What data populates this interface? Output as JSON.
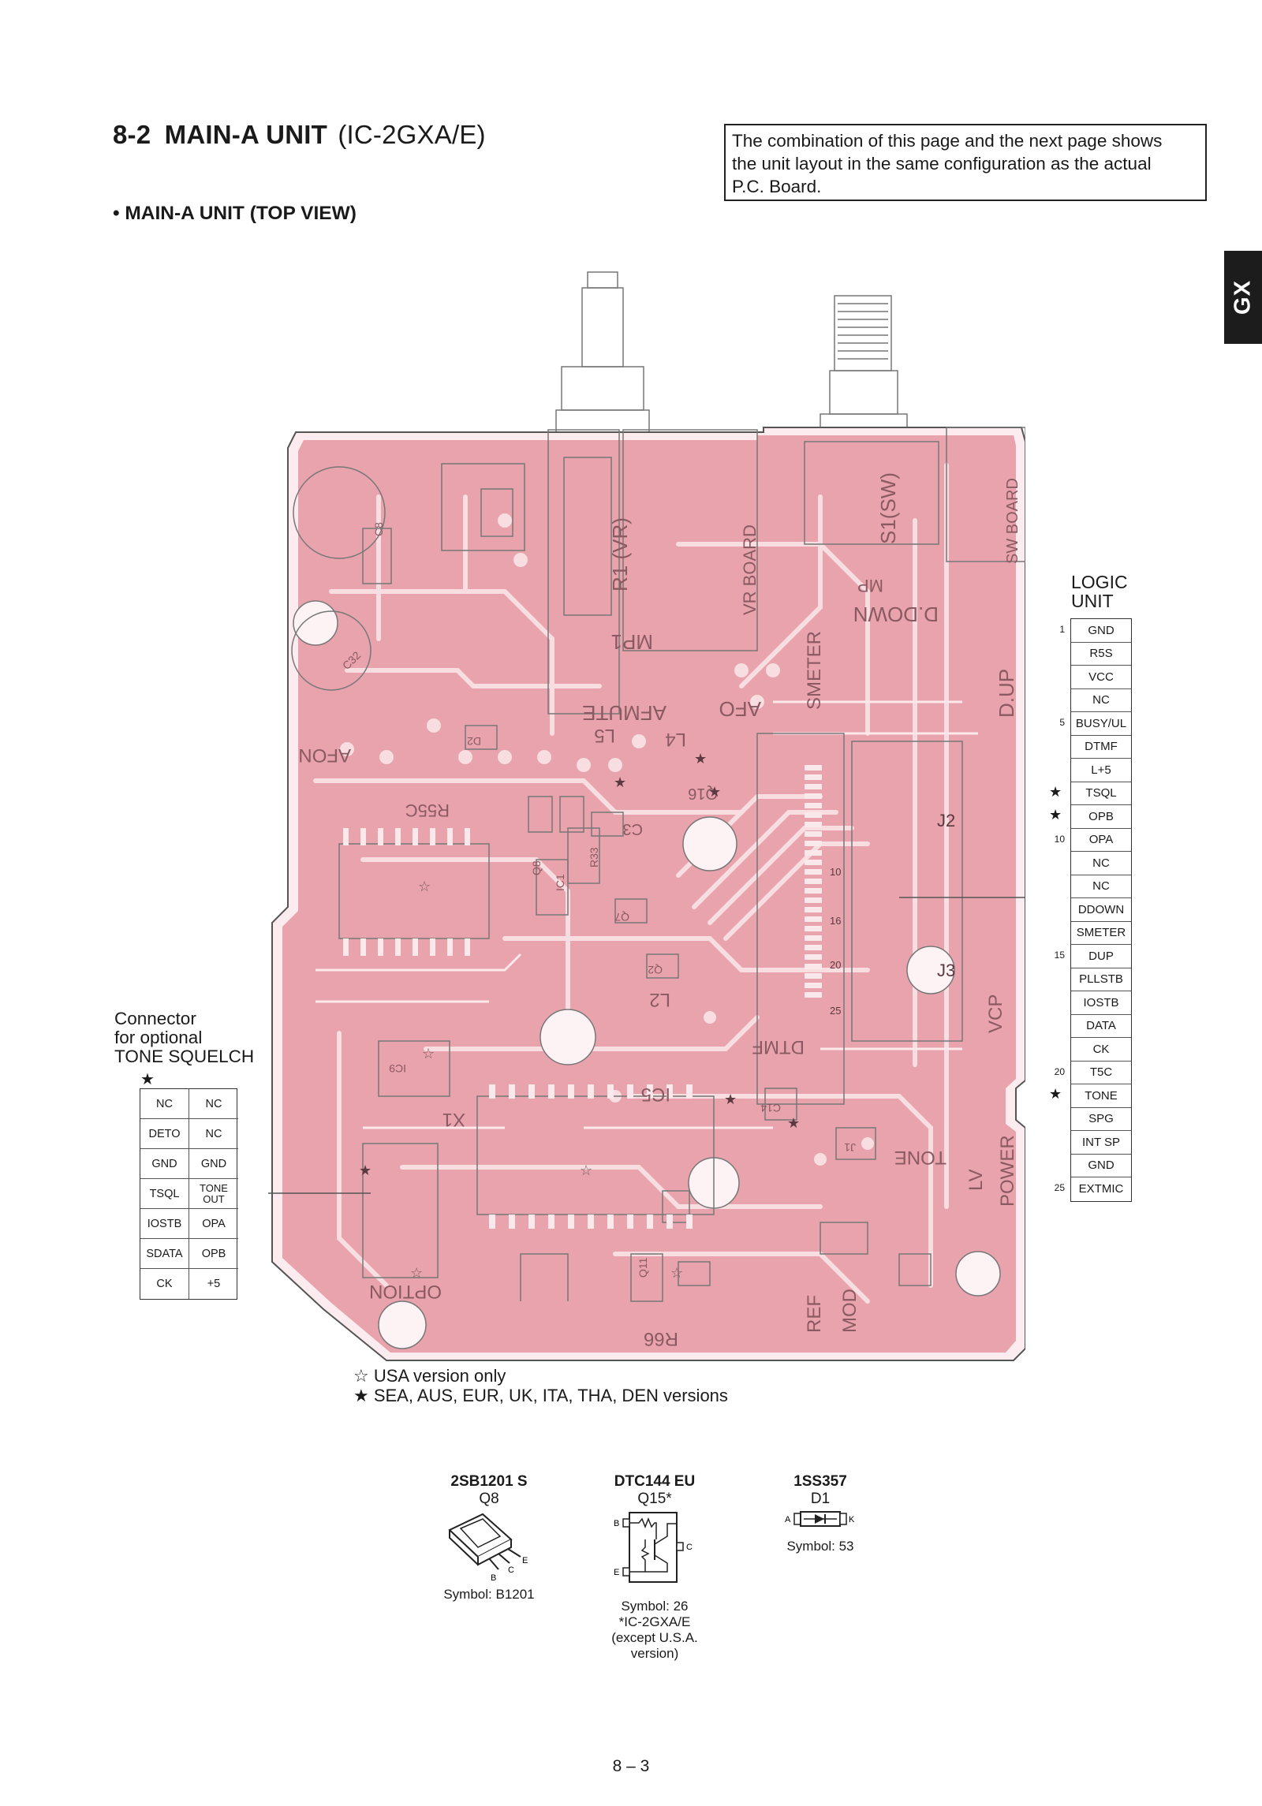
{
  "header": {
    "section_number": "8-2",
    "section_title": "MAIN-A UNIT",
    "model": "(IC-2GXA/E)",
    "subtitle": "• MAIN-A UNIT (TOP VIEW)",
    "note_lines": [
      "The combination of this page and the next page shows",
      "the unit layout in the same configuration as the actual",
      "P.C. Board."
    ],
    "tab": "GX"
  },
  "board_labels": {
    "r1": "R1 (VR)",
    "vr_board": "VR BOARD",
    "s1": "S1(SW)",
    "sw_board": "SW BOARD",
    "mp1": "MP1",
    "mp": "MP",
    "d_down": "D.DOWN",
    "d_up": "D.UP",
    "smeter": "SMETER",
    "afo": "AFO",
    "afmute": "AFMUTE",
    "afon": "AFON",
    "l5": "L5",
    "l4": "L4",
    "r55c": "R55C",
    "j2": "J2",
    "j3": "J3",
    "l2": "L2",
    "dtmf": "DTMF",
    "vcp": "VCP",
    "ic5": "IC5",
    "x1": "X1",
    "tone": "TONE",
    "lv": "LV",
    "power": "POWER",
    "option": "OPTION",
    "r66": "R66",
    "ref": "REF",
    "mod": "MOD",
    "ic1": "IC1",
    "r33": "R33",
    "c32": "C32",
    "c8": "C8",
    "q16": "Q16",
    "c3": "C3",
    "q8": "Q8",
    "q7": "Q7",
    "q2": "Q2",
    "ic9": "IC9",
    "d2": "D2",
    "c14": "C14",
    "j1": "J1",
    "q11": "Q11",
    "pin10": "10",
    "pin16": "16",
    "pin20": "20",
    "pin25": "25"
  },
  "logic_unit": {
    "title_lines": [
      "LOGIC",
      "UNIT"
    ],
    "pins": [
      {
        "num": "1",
        "label": "GND",
        "star": false
      },
      {
        "num": "",
        "label": "R5S",
        "star": false
      },
      {
        "num": "",
        "label": "VCC",
        "star": false
      },
      {
        "num": "",
        "label": "NC",
        "star": false
      },
      {
        "num": "5",
        "label": "BUSY/UL",
        "star": false
      },
      {
        "num": "",
        "label": "DTMF",
        "star": false
      },
      {
        "num": "",
        "label": "L+5",
        "star": false
      },
      {
        "num": "",
        "label": "TSQL",
        "star": true
      },
      {
        "num": "",
        "label": "OPB",
        "star": true
      },
      {
        "num": "10",
        "label": "OPA",
        "star": false
      },
      {
        "num": "",
        "label": "NC",
        "star": false
      },
      {
        "num": "",
        "label": "NC",
        "star": false
      },
      {
        "num": "",
        "label": "DDOWN",
        "star": false
      },
      {
        "num": "",
        "label": "SMETER",
        "star": false
      },
      {
        "num": "15",
        "label": "DUP",
        "star": false
      },
      {
        "num": "",
        "label": "PLLSTB",
        "star": false
      },
      {
        "num": "",
        "label": "IOSTB",
        "star": false
      },
      {
        "num": "",
        "label": "DATA",
        "star": false
      },
      {
        "num": "",
        "label": "CK",
        "star": false
      },
      {
        "num": "20",
        "label": "T5C",
        "star": false
      },
      {
        "num": "",
        "label": "TONE",
        "star": true
      },
      {
        "num": "",
        "label": "SPG",
        "star": false
      },
      {
        "num": "",
        "label": "INT SP",
        "star": false
      },
      {
        "num": "",
        "label": "GND",
        "star": false
      },
      {
        "num": "25",
        "label": "EXTMIC",
        "star": false
      }
    ]
  },
  "connector": {
    "label_lines": [
      "Connector",
      "for optional",
      "TONE SQUELCH"
    ],
    "star": "★",
    "cells": [
      "NC",
      "NC",
      "DETO",
      "NC",
      "GND",
      "GND",
      "TSQL",
      "TONE OUT",
      "IOSTB",
      "OPA",
      "SDATA",
      "OPB",
      "CK",
      "+5"
    ]
  },
  "legend": {
    "usa": "☆ USA version only",
    "others": "★ SEA, AUS, EUR, UK, ITA, THA, DEN versions"
  },
  "components": [
    {
      "part": "2SB1201 S",
      "ref": "Q8",
      "symbol": "Symbol: B1201",
      "extra": [],
      "pins": [
        "B",
        "C",
        "E"
      ]
    },
    {
      "part": "DTC144 EU",
      "ref": "Q15*",
      "symbol": "Symbol: 26",
      "extra": [
        "*IC-2GXA/E",
        "(except U.S.A. version)"
      ],
      "pins": [
        "B",
        "C",
        "E"
      ]
    },
    {
      "part": "1SS357",
      "ref": "D1",
      "symbol": "Symbol: 53",
      "extra": [],
      "pins": [
        "A",
        "K"
      ]
    }
  ],
  "page_number": "8 – 3",
  "colors": {
    "pcb_fill": "#e9a3ad",
    "pcb_trace": "#f7d8dc",
    "pcb_dark": "#d98894",
    "ink": "#1a1a1a"
  }
}
